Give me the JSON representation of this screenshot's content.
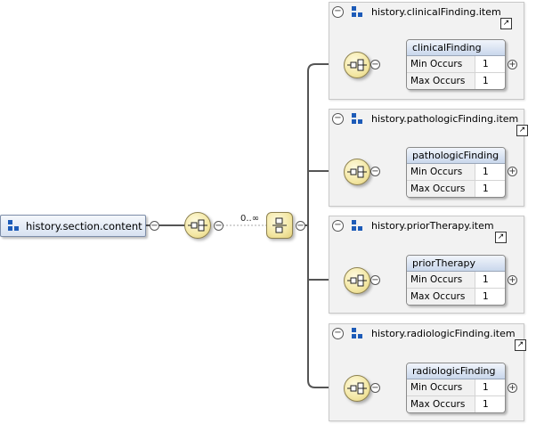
{
  "root": {
    "name": "history.section.content",
    "icon": "element-icon",
    "sequence_occurrence": "0..∞"
  },
  "groups": [
    {
      "title": "history.clinicalFinding.item",
      "element": "clinicalFinding",
      "min_label": "Min Occurs",
      "min": "1",
      "max_label": "Max Occurs",
      "max": "1"
    },
    {
      "title": "history.pathologicFinding.item",
      "element": "pathologicFinding",
      "min_label": "Min Occurs",
      "min": "1",
      "max_label": "Max Occurs",
      "max": "1"
    },
    {
      "title": "history.priorTherapy.item",
      "element": "priorTherapy",
      "min_label": "Min Occurs",
      "min": "1",
      "max_label": "Max Occurs",
      "max": "1"
    },
    {
      "title": "history.radiologicFinding.item",
      "element": "radiologicFinding",
      "min_label": "Min Occurs",
      "min": "1",
      "max_label": "Max Occurs",
      "max": "1"
    }
  ],
  "colors": {
    "connector": "#555555",
    "compositor_fill": "#f3e7a4",
    "element_header": "#c9d7ec",
    "element_icon": "#1d5bb8",
    "group_background": "#f2f2f2"
  }
}
